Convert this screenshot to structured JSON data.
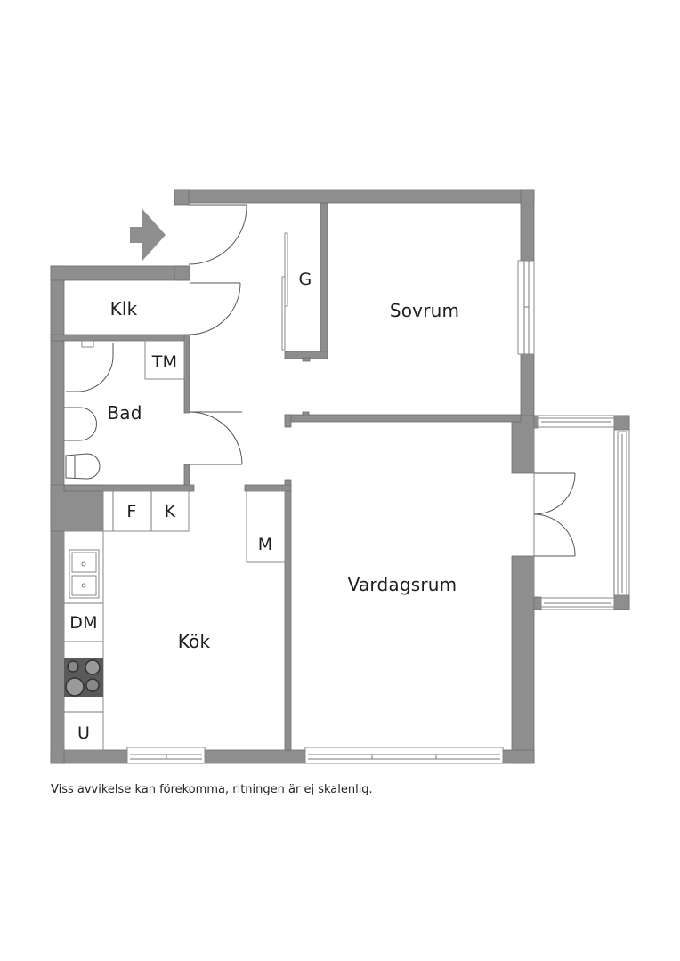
{
  "plan": {
    "rooms": [
      {
        "id": "klk",
        "label": "Klk"
      },
      {
        "id": "bad",
        "label": "Bad"
      },
      {
        "id": "sovrum",
        "label": "Sovrum"
      },
      {
        "id": "vardagsrum",
        "label": "Vardagsrum"
      },
      {
        "id": "kok",
        "label": "Kök"
      }
    ],
    "fixtures": [
      {
        "id": "g",
        "label": "G"
      },
      {
        "id": "tm",
        "label": "TM"
      },
      {
        "id": "f",
        "label": "F"
      },
      {
        "id": "k",
        "label": "K"
      },
      {
        "id": "m",
        "label": "M"
      },
      {
        "id": "dm",
        "label": "DM"
      },
      {
        "id": "u",
        "label": "U"
      }
    ],
    "entrance_icon": "arrow-right-icon",
    "colors": {
      "wall": "#8e8e8e",
      "stove": "#555555",
      "text": "#1e1e1e"
    }
  },
  "footer": {
    "disclaimer": "Viss avvikelse kan förekomma, ritningen är ej skalenlig."
  }
}
